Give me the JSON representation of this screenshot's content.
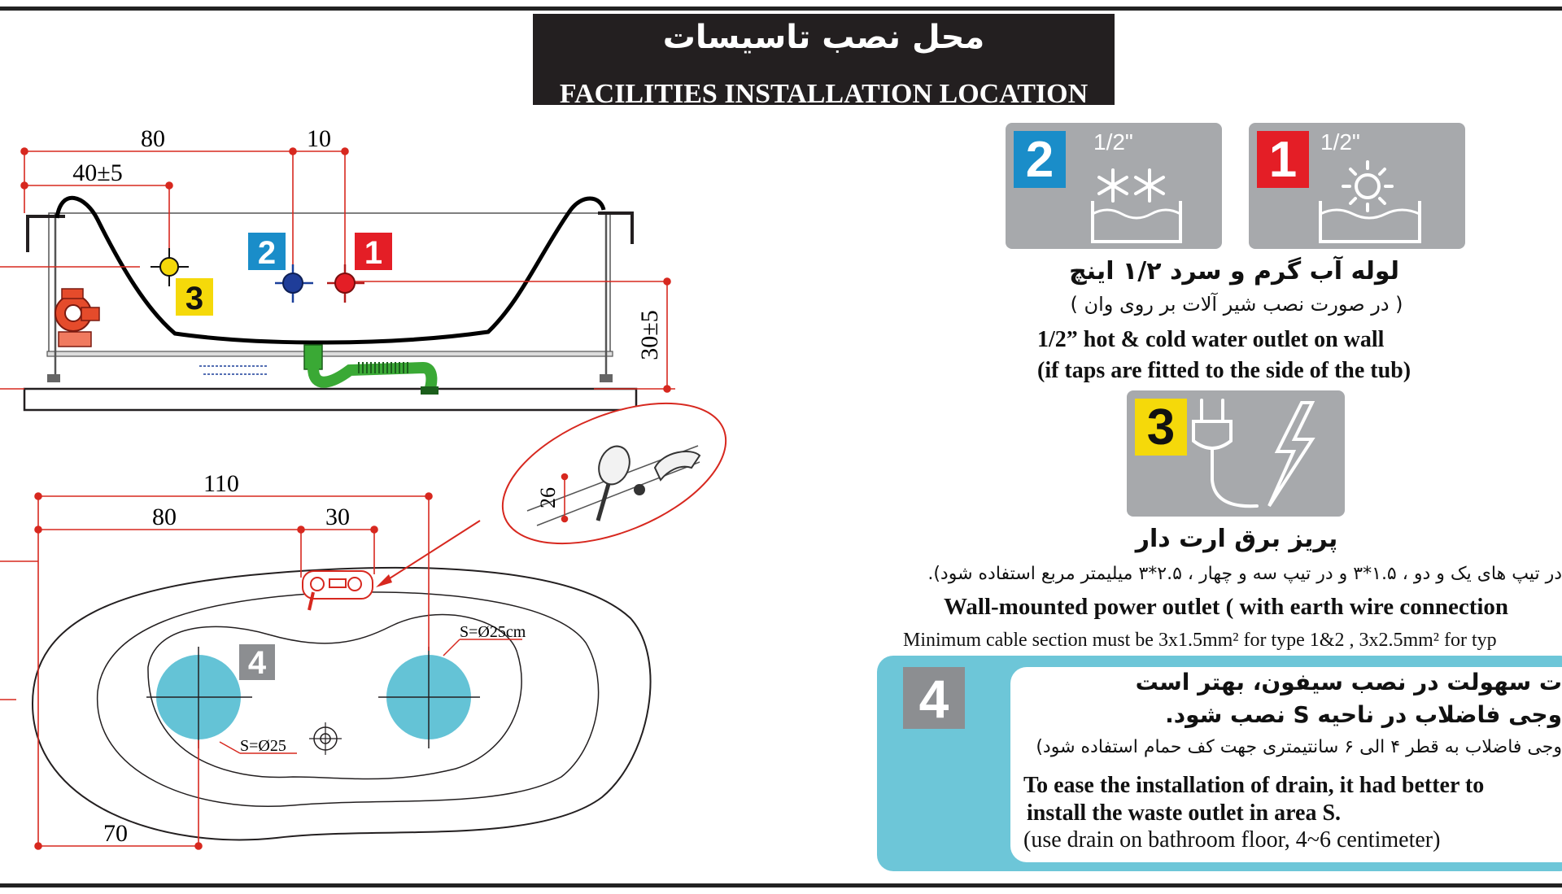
{
  "title": {
    "fa": "محل نصب تاسیسات",
    "en": "FACILITIES INSTALLATION LOCATION"
  },
  "side_view": {
    "dims": {
      "d80": "80",
      "d10": "10",
      "d40": "40±5",
      "d30": "30±5"
    },
    "markers": {
      "m1": "1",
      "m2": "2",
      "m3": "3"
    }
  },
  "top_view": {
    "dims": {
      "d110": "110",
      "d80": "80",
      "d30": "30",
      "d70": "70",
      "d26": "26"
    },
    "marker4": "4",
    "s_large": "S=Ø25cm",
    "s_small": "S=Ø25"
  },
  "water": {
    "tile_cold": {
      "num": "2",
      "size": "1/2\""
    },
    "tile_hot": {
      "num": "1",
      "size": "1/2\""
    },
    "fa_title": "لوله آب گرم و سرد ۱/۲ اینچ",
    "fa_note": "( در صورت نصب شیر آلات بر روی وان )",
    "en_title": "1/2” hot & cold  water outlet on wall",
    "en_note": "(if taps are fitted to the side of the tub)"
  },
  "power": {
    "tile_num": "3",
    "fa_title": "پریز برق ارت دار",
    "fa_note": "در تیپ های یک و دو ، ۱.۵*۳ و در تیپ سه و چهار ، ۲.۵*۳ میلیمتر مربع استفاده شود).",
    "en_title": "Wall-mounted power outlet ( with earth wire connection",
    "en_note": "Minimum cable section must be 3x1.5mm² for type 1&2 , 3x2.5mm² for typ"
  },
  "drain": {
    "num": "4",
    "fa_line1": "ت سهولت در نصب سیفون، بهتر است",
    "fa_line2": "وجی فاضلاب در ناحیه  S  نصب شود.",
    "fa_note": "وجی فاضلاب به قطر ۴ الی ۶ سانتیمتری جهت کف حمام استفاده شود)",
    "en_line1": "To ease the installation of drain, it had better to",
    "en_line2": "install the waste outlet in area S.",
    "en_note": "(use drain on bathroom floor, 4~6 centimeter)"
  },
  "colors": {
    "dimension": "#d7281f",
    "hot": "#e41e26",
    "cold": "#1a8dc9",
    "power": "#f5d90a",
    "tile": "#a7a9ac",
    "drain_panel": "#6dc6d8",
    "drain_circle": "#64c3d6",
    "pipe": "#3aa935"
  }
}
